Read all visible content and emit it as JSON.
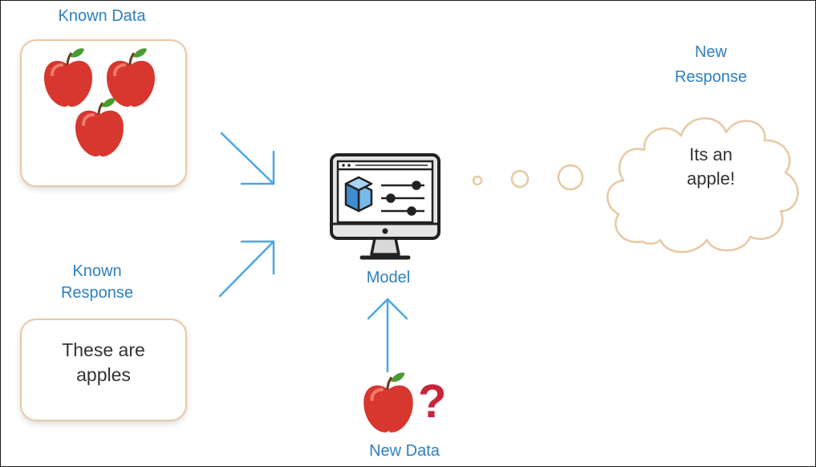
{
  "labels": {
    "known_data": "Known Data",
    "known_response_line1": "Known",
    "known_response_line2": "Response",
    "model": "Model",
    "new_data": "New Data",
    "new_response_line1": "New",
    "new_response_line2": "Response"
  },
  "known_response_text": {
    "line1": "These are",
    "line2": "apples"
  },
  "new_response_text": {
    "line1": "Its an",
    "line2": "apple!"
  },
  "new_data_mark": "?",
  "icons": {
    "apple": "apple-icon",
    "model": "monitor-icon",
    "cube": "cube-icon",
    "sliders": "sliders-icon",
    "cloud": "thought-cloud",
    "arrow": "arrow-icon"
  },
  "colors": {
    "label_blue": "#2f7fc1",
    "arrow_blue": "#4aa8e6",
    "box_border": "#e6c9a4",
    "apple_red": "#d7372f",
    "leaf_green": "#4c9b2f",
    "question_red": "#c8253a"
  }
}
